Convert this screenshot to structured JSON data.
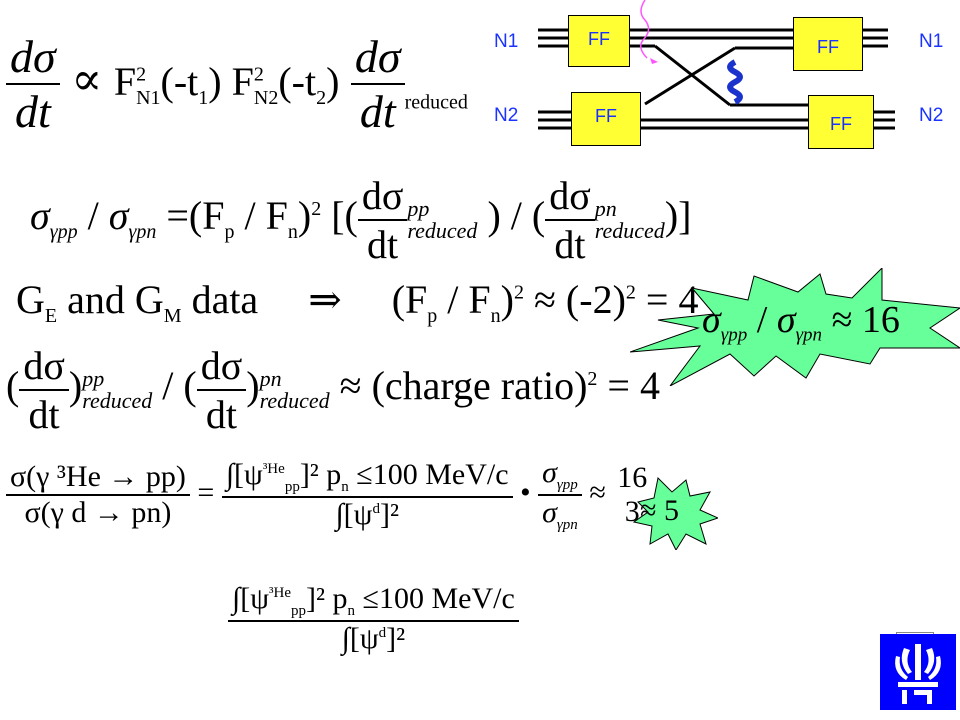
{
  "diagram": {
    "n1_left": "N1",
    "n1_right": "N1",
    "n2_left": "N2",
    "n2_right": "N2",
    "ff_labels": [
      "FF",
      "FF",
      "FF",
      "FF"
    ]
  },
  "eq1": {
    "lhs_num": "dσ",
    "lhs_den": "dt",
    "prop": "∝",
    "ff1": "F",
    "ff1_sup": "2",
    "ff1_sub": "N1",
    "ff1_arg": "(-t",
    "ff1_arg_sub": "1",
    "ff1_close": ")",
    "ff2": "F",
    "ff2_sup": "2",
    "ff2_sub": "N2",
    "ff2_arg": "(-t",
    "ff2_arg_sub": "2",
    "ff2_close": ")",
    "rhs_num": "dσ",
    "rhs_den": "dt",
    "rhs_sub": "reduced"
  },
  "eq2": {
    "sigma1": "σ",
    "sigma1_sub": "γpp",
    "slash": "/",
    "sigma2": "σ",
    "sigma2_sub": "γpn",
    "eq": "=(F",
    "fp_sub": "p",
    "mid": " / F",
    "fn_sub": "n",
    "close": ")",
    "sq": "2",
    "open_br": "[(",
    "d1_num": "dσ",
    "d1_den": "dt",
    "pp_sup": "pp",
    "reduced1": "reduced",
    "div": ") / (",
    "d2_num": "dσ",
    "d2_den": "dt",
    "pn_sup": "pn",
    "reduced2": "reduced",
    "close_br": ")]"
  },
  "eq3": {
    "ge": "G",
    "ge_sub": "E",
    "and": " and ",
    "gm": "G",
    "gm_sub": "M",
    "data": " data",
    "implies": "⇒",
    "ratio": "(F",
    "fp_sub": "p",
    "slash": " / F",
    "fn_sub": "n",
    "close": ")",
    "sq": "2",
    "approx": " ≈ (-2)",
    "sq2": "2",
    "result": " = 4"
  },
  "burst1": {
    "sigma1": "σ",
    "sub1": "γpp",
    "slash": "/",
    "sigma2": "σ",
    "sub2": "γpn",
    "approx": "≈ 16",
    "fill": "#66ff99"
  },
  "eq4": {
    "open": "(",
    "d1_num": "dσ",
    "d1_den": "dt",
    "close1": ")",
    "pp_sup": "pp",
    "reduced1": "reduced",
    "div": " / (",
    "d2_num": "dσ",
    "d2_den": "dt",
    "close2": ")",
    "pn_sup": "pn",
    "reduced2": "reduced",
    "approx": "≈",
    "charge": "(charge  ratio)",
    "sq": "2",
    "result": " = 4"
  },
  "eq5": {
    "lhs_num": "σ(γ ³He → pp)",
    "lhs_den": "σ(γ d → pn)",
    "eq": "=",
    "int_num_a": "∫[ψ",
    "psi_sup": "³He",
    "psi_sub": "pp",
    "int_num_b": "]² p",
    "pn_sub": "n",
    "int_num_c": " ≤100 MeV/c",
    "int_den": "∫[ψ",
    "d_sup": "d",
    "int_den_b": "]²",
    "bullet": "•",
    "s_num": "σ",
    "s_num_sub": "γpp",
    "s_den": "σ",
    "s_den_sub": "γpn",
    "approx": "≈",
    "f_num": "16",
    "f_den": "3"
  },
  "burst2": {
    "text": "≈ 5",
    "fill": "#66ff99"
  },
  "eq6": {
    "int_num_a": "∫[ψ",
    "psi_sup": "³He",
    "psi_sub": "pp",
    "int_num_b": "]² p",
    "pn_sub": "n",
    "int_num_c": " ≤100 MeV/c",
    "int_den": "∫[ψ",
    "d_sup": "d",
    "int_den_b": "]²"
  },
  "logo": {
    "color": "#0000ff"
  }
}
